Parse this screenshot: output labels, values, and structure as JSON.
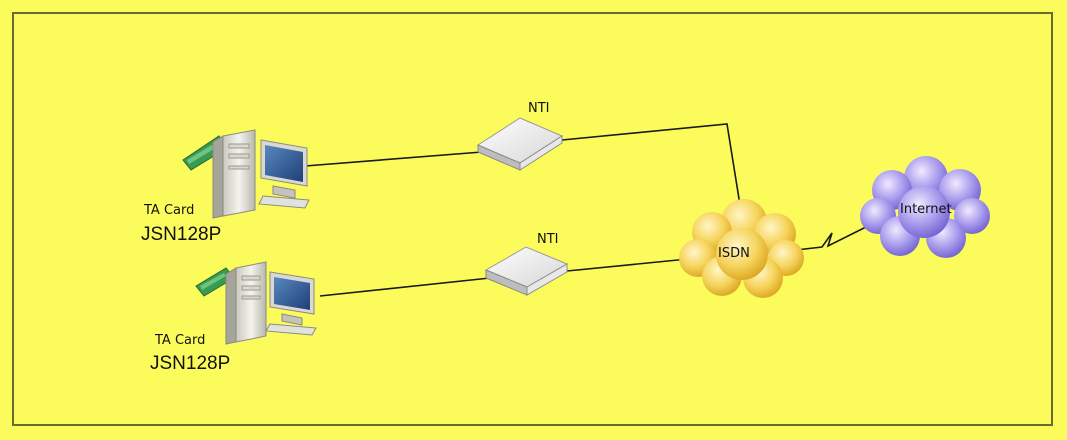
{
  "diagram": {
    "colors": {
      "background": "#fbfb5c",
      "frame": "#6b6b30",
      "link_line": "#1a1a1a",
      "isdn_cloud": "#f2c53f",
      "internet_cloud": "#9d8ee6",
      "adapter_card": "#3a9a52"
    },
    "workstation_1": {
      "card_label": "TA Card",
      "model_label": "JSN128P",
      "icon": "computer-with-ta-card-icon"
    },
    "workstation_2": {
      "card_label": "TA Card",
      "model_label": "JSN128P",
      "icon": "computer-with-ta-card-icon"
    },
    "nt1_top": {
      "label": "NTI",
      "icon": "nt1-box-icon"
    },
    "nt1_bottom": {
      "label": "NTI",
      "icon": "nt1-box-icon"
    },
    "isdn": {
      "label": "ISDN",
      "icon": "cloud-icon"
    },
    "internet": {
      "label": "Internet",
      "icon": "cloud-icon"
    }
  }
}
